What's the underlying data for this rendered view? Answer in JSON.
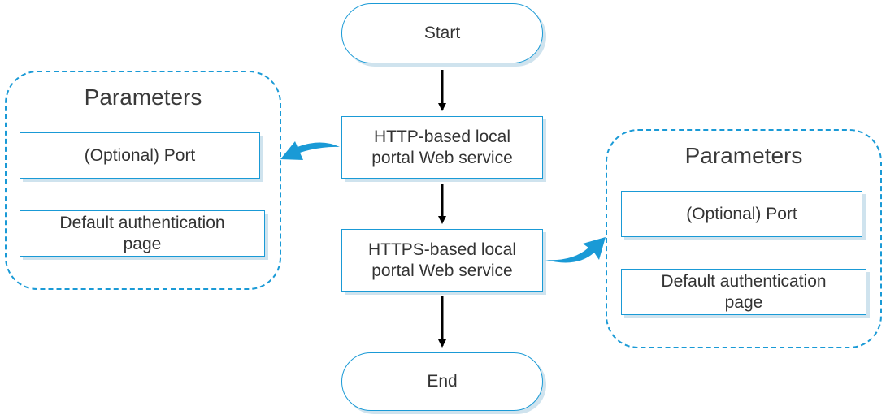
{
  "flow": {
    "start": "Start",
    "step1": "HTTP-based local\nportal Web service",
    "step2": "HTTPS-based local\nportal Web service",
    "end": "End"
  },
  "left_group": {
    "title": "Parameters",
    "items": [
      "(Optional) Port",
      "Default authentication\npage"
    ]
  },
  "right_group": {
    "title": "Parameters",
    "items": [
      "(Optional) Port",
      "Default authentication\npage"
    ]
  },
  "colors": {
    "node_border": "#1a9ad6",
    "node_shadow": "#cfe3ee",
    "connector_arrow": "#1a9ad6",
    "flow_arrow": "#000000"
  }
}
